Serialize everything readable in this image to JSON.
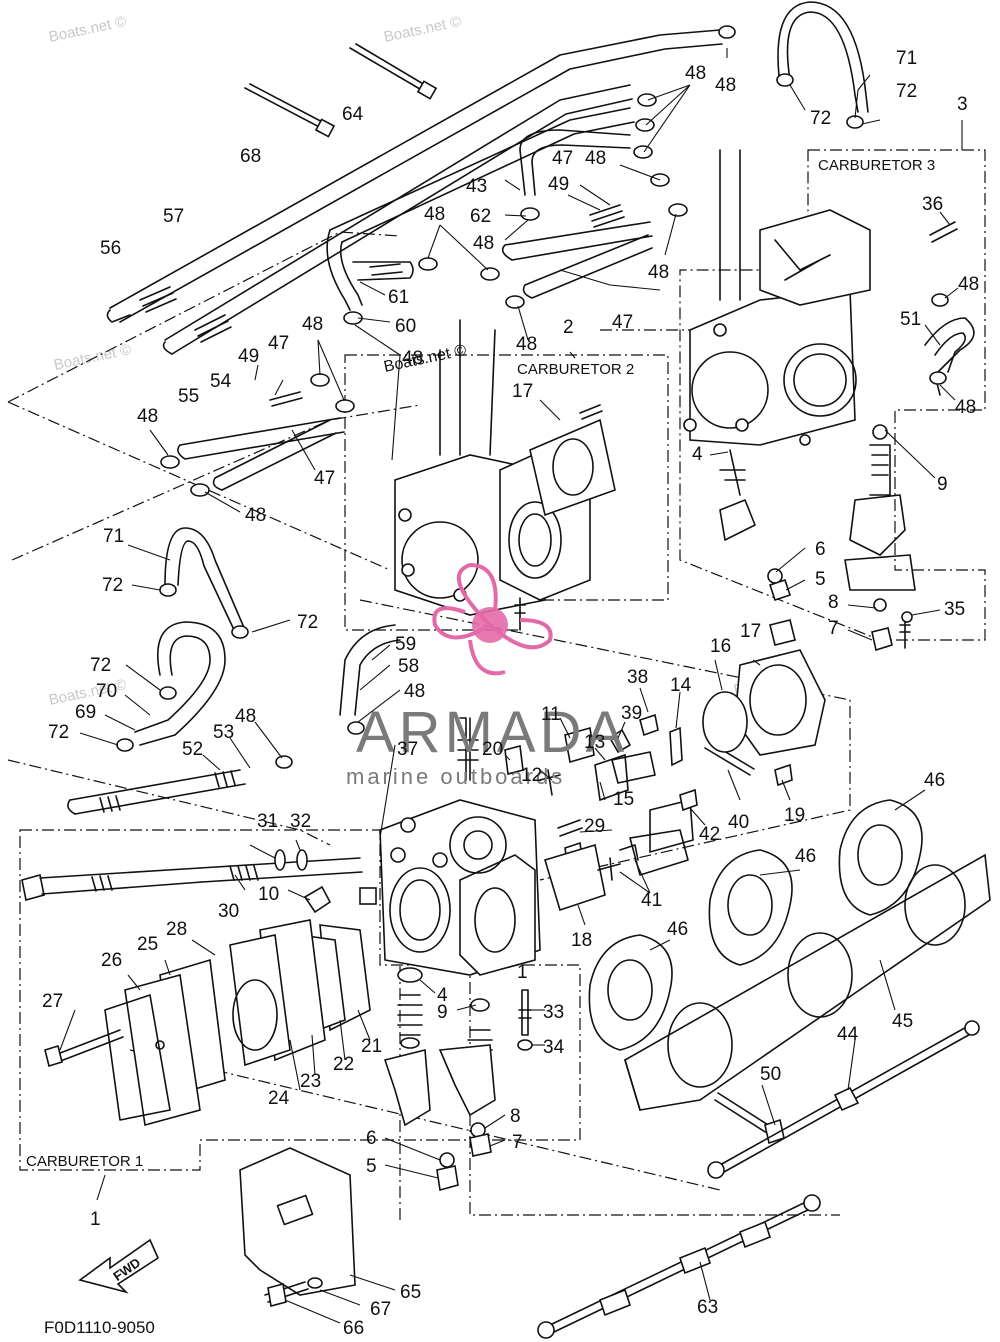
{
  "diagram_code": "F0D1110-9050",
  "groups": {
    "carb1": "CARBURETOR 1",
    "carb2": "CARBURETOR 2",
    "carb3": "CARBURETOR 3"
  },
  "fwd_label": "FWD",
  "watermark": {
    "site": "Boats.net ©",
    "brand": "ARMADA",
    "tagline": "marine outboards"
  },
  "labels": {
    "1": "1",
    "2": "2",
    "3": "3",
    "4": "4",
    "5": "5",
    "6": "6",
    "7": "7",
    "8": "8",
    "9": "9",
    "10": "10",
    "11": "11",
    "12": "12",
    "13": "13",
    "14": "14",
    "15": "15",
    "16": "16",
    "17": "17",
    "18": "18",
    "19": "19",
    "20": "20",
    "21": "21",
    "22": "22",
    "23": "23",
    "24": "24",
    "25": "25",
    "26": "26",
    "27": "27",
    "28": "28",
    "29": "29",
    "30": "30",
    "31": "31",
    "32": "32",
    "33": "33",
    "34": "34",
    "35": "35",
    "36": "36",
    "37": "37",
    "38": "38",
    "39": "39",
    "40": "40",
    "41": "41",
    "42": "42",
    "43": "43",
    "44": "44",
    "45": "45",
    "46": "46",
    "47": "47",
    "48": "48",
    "49": "49",
    "50": "50",
    "51": "51",
    "52": "52",
    "53": "53",
    "54": "54",
    "55": "55",
    "56": "56",
    "57": "57",
    "58": "58",
    "59": "59",
    "60": "60",
    "61": "61",
    "62": "62",
    "63": "63",
    "64": "64",
    "65": "65",
    "66": "66",
    "67": "67",
    "68": "68",
    "69": "69",
    "70": "70",
    "71": "71",
    "72": "72"
  },
  "colors": {
    "line": "#111111",
    "logo_pink": "#e36aa8",
    "brand_gray": "#7a7a7a"
  }
}
